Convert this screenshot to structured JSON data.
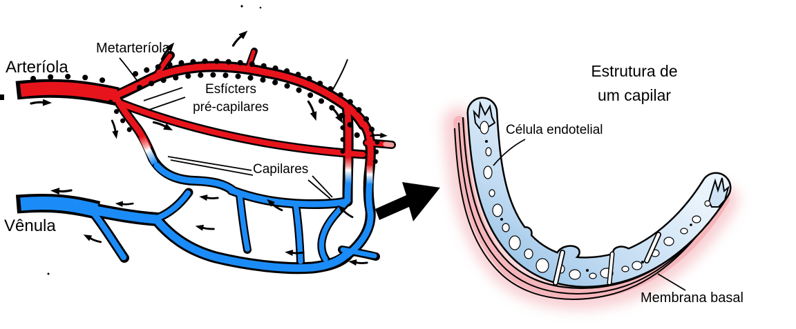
{
  "figure": {
    "left": {
      "arteriola": "Arteríola",
      "metarteriola": "Metarteríola",
      "esficters_line1": "Esfícters",
      "esficters_line2": "pré-capilares",
      "capilares": "Capilares",
      "venula": "Vênula"
    },
    "right": {
      "title_line1": "Estrutura de",
      "title_line2": "um capilar",
      "celula_endotelial": "Célula endotelial",
      "membrana_basal": "Membrana basal"
    }
  },
  "colors": {
    "artery_red": "#e8141c",
    "vein_blue": "#1b8cf7",
    "transition_white": "#ffffff",
    "cell_blue_light": "#e9f3fb",
    "cell_blue_dark": "#93c0e6",
    "membrane_pink": "#f5b6bb",
    "glow_pink": "#f7c9cd",
    "outline_black": "#000000",
    "text_black": "#000000",
    "background": "#ffffff"
  },
  "icons": {
    "flow_arrow": "small black flow-direction arrow",
    "big_arrow": "large black detail-callout arrow pointing right",
    "sphincter_dots": "black bumps along arteriolar vessels"
  }
}
